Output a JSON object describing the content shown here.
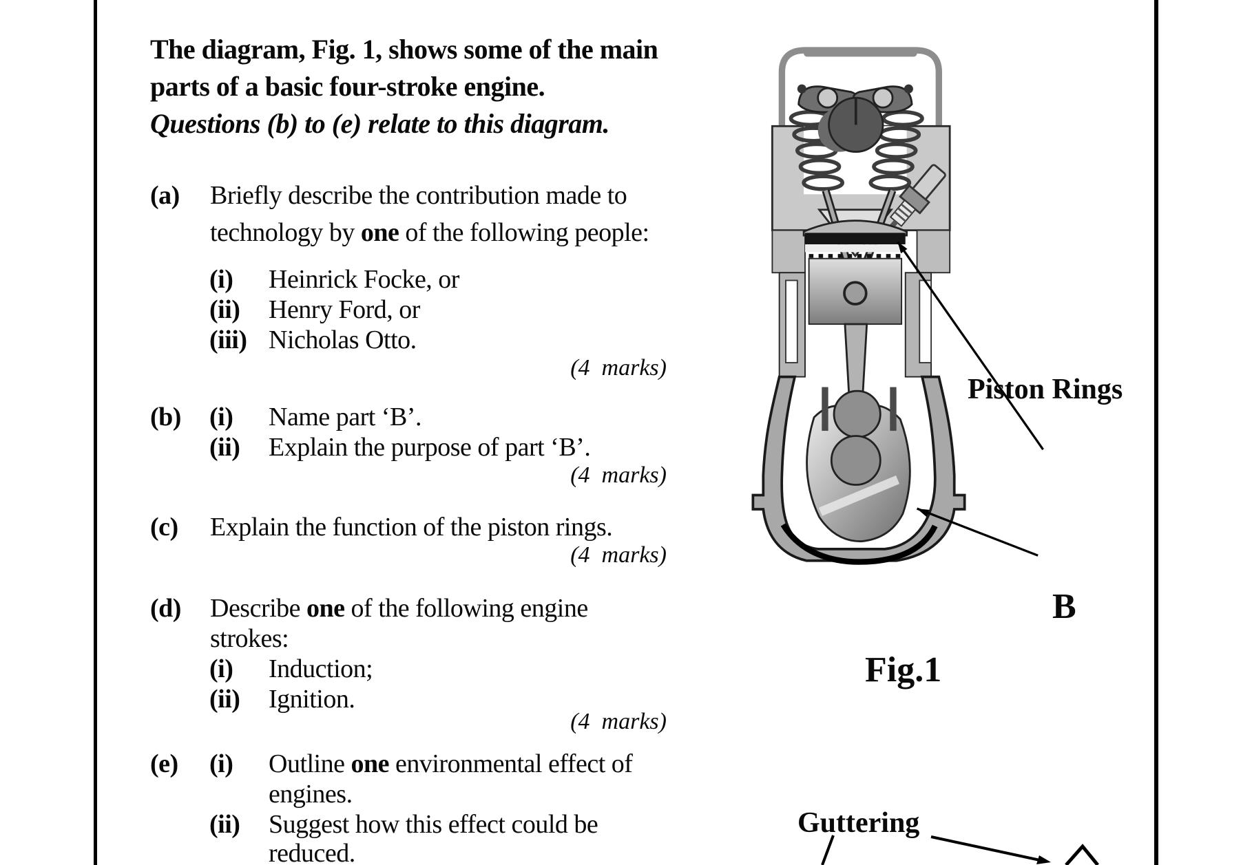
{
  "intro": {
    "line1": "The diagram, Fig. 1, shows some of the main",
    "line2": "parts of a basic four-stroke engine.",
    "line3": "Questions (b) to (e) relate to this diagram."
  },
  "questions": {
    "a": {
      "label": "(a)",
      "line1": "Briefly describe the contribution made to",
      "line2_pre": "technology by ",
      "line2_bold": "one",
      "line2_post": " of the following people:",
      "items": [
        {
          "num": "(i)",
          "text": "Heinrick Focke, or"
        },
        {
          "num": "(ii)",
          "text": "Henry Ford, or"
        },
        {
          "num": "(iii)",
          "text": "Nicholas Otto."
        }
      ],
      "marks": "(4  marks)"
    },
    "b": {
      "label": "(b)",
      "items": [
        {
          "num": "(i)",
          "text": "Name part ‘B’."
        },
        {
          "num": "(ii)",
          "text": "Explain the purpose of part ‘B’."
        }
      ],
      "marks": "(4  marks)"
    },
    "c": {
      "label": "(c)",
      "text": "Explain the function of the piston rings.",
      "marks": "(4  marks)"
    },
    "d": {
      "label": "(d)",
      "line1_pre": "Describe ",
      "line1_bold": "one",
      "line1_post": " of the following engine",
      "line2": "strokes:",
      "items": [
        {
          "num": "(i)",
          "text": "Induction;"
        },
        {
          "num": "(ii)",
          "text": "Ignition."
        }
      ],
      "marks": "(4  marks)"
    },
    "e": {
      "label": "(e)",
      "i_num": "(i)",
      "i_line1_pre": "Outline ",
      "i_line1_bold": "one",
      "i_line1_post": " environmental effect of",
      "i_line2": "engines.",
      "ii_num": "(ii)",
      "ii_line1": "Suggest how this effect could be",
      "ii_line2": "reduced."
    }
  },
  "figure1": {
    "caption": "Fig.1",
    "label_piston_rings": "Piston Rings",
    "label_b": "B"
  },
  "figure2": {
    "label_guttering": "Guttering"
  },
  "colors": {
    "ink": "#0a0a0a",
    "metal_light": "#c9c9c9",
    "metal_mid": "#a8a8a8",
    "metal_dark": "#565656"
  }
}
